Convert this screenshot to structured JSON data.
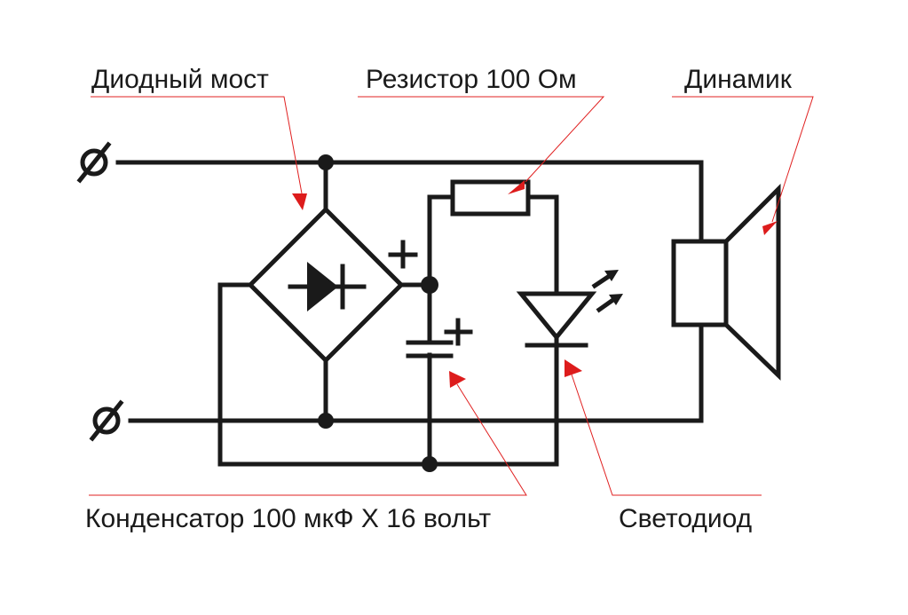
{
  "diagram": {
    "type": "circuit-schematic",
    "labels": {
      "diode_bridge": "Диодный мост",
      "resistor": "Резистор 100 Ом",
      "speaker": "Динамик",
      "capacitor": "Конденсатор 100 мкФ Х 16 вольт",
      "led": "Светодиод"
    },
    "polarity_marks": {
      "bridge_output": "+",
      "capacitor": "+"
    },
    "terminal_symbol": "Ø",
    "colors": {
      "wire": "#1a1a1a",
      "leader": "#e02020",
      "arrowhead": "#dd1c1c",
      "background": "#ffffff"
    }
  }
}
